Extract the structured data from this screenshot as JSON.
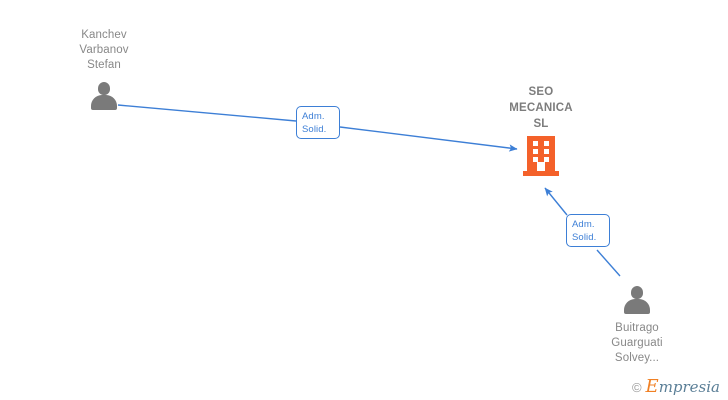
{
  "graph": {
    "background_color": "#ffffff",
    "edge_color": "#3d7fd6",
    "person_color": "#7a7a7a",
    "company_color": "#f4612a",
    "label_text_color": "#888888",
    "nodes": [
      {
        "id": "person-kanchev",
        "type": "person",
        "icon": "person-icon",
        "label": "Kanchev\nVarbanov\nStefan"
      },
      {
        "id": "company-seo-mecanica",
        "type": "company",
        "icon": "building-icon",
        "label": "SEO\nMECANICA\nSL"
      },
      {
        "id": "person-buitrago",
        "type": "person",
        "icon": "person-icon",
        "label": "Buitrago\nGuarguati\nSolvey..."
      }
    ],
    "edges": [
      {
        "id": "edge-kanchev-to-company",
        "from": "person-kanchev",
        "to": "company-seo-mecanica",
        "label": "Adm.\nSolid.",
        "direction": "to-company"
      },
      {
        "id": "edge-buitrago-to-company",
        "from": "person-buitrago",
        "to": "company-seo-mecanica",
        "label": "Adm.\nSolid.",
        "direction": "to-company"
      }
    ]
  },
  "watermark": {
    "copyright_symbol": "©",
    "brand_initial": "E",
    "brand_rest": "mpresia"
  }
}
